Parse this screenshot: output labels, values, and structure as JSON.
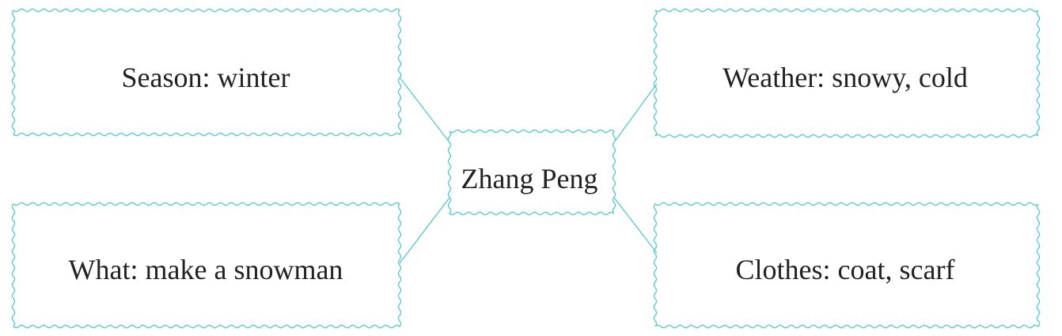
{
  "diagram": {
    "center": {
      "label": "Zhang Peng"
    },
    "nodes": {
      "season": {
        "label": "Season: winter"
      },
      "weather": {
        "label": "Weather: snowy, cold"
      },
      "activity": {
        "label": "What: make a snowman"
      },
      "clothes": {
        "label": "Clothes: coat, scarf"
      }
    }
  },
  "colors": {
    "border": "#5fc9d0",
    "text": "#222222",
    "background": "#ffffff"
  }
}
